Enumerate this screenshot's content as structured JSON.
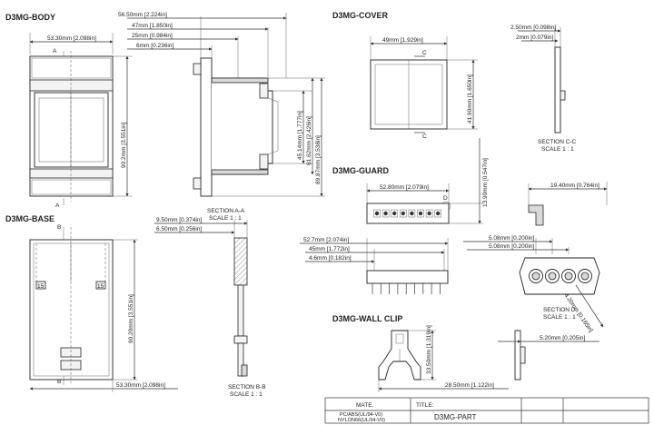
{
  "sections": {
    "body": "D3MG-BODY",
    "cover": "D3MG-COVER",
    "guard": "D3MG-GUARD",
    "base": "D3MG-BASE",
    "wallclip": "D3MG-WALL CLIP"
  },
  "dimensions": {
    "body_width": "53.30mm",
    "body_width_in": "2.098in",
    "body_height": "90.2mm",
    "body_height_in": "3.551in",
    "side_565": "56.50mm",
    "side_565_in": "2.224in",
    "side_47": "47mm",
    "side_47_in": "1.850in",
    "side_25": "25mm",
    "side_25_in": "0.984in",
    "side_6": "6mm",
    "side_6_in": "0.236in",
    "side_4514": "45.14mm",
    "side_4514_in": "1.777in",
    "side_6162": "61.62mm",
    "side_6162_in": "2.426in",
    "side_8987": "89.87mm",
    "side_8987_in": "3.538in",
    "cover_49": "49mm",
    "cover_49_in": "1.929in",
    "cover_4190": "41.90mm",
    "cover_4190_in": "1.650in",
    "cover_250": "2.50mm",
    "cover_250_in": "0.098in",
    "cover_2": "2mm",
    "cover_2_in": "0.079in",
    "guard_5280": "52.80mm",
    "guard_5280_in": "2.079in",
    "guard_1390": "13.90mm",
    "guard_1390_in": "0.547in",
    "guard_527": "52.7mm",
    "guard_527_in": "2.074in",
    "guard_45": "45mm",
    "guard_45_in": "1.772in",
    "guard_46": "4.6mm",
    "guard_46_in": "0.182in",
    "guard_1940": "19.40mm",
    "guard_1940_in": "0.764in",
    "guard_508a": "5.08mm",
    "guard_508a_in": "0.200in",
    "guard_508b": "5.08mm",
    "guard_508b_in": "0.200in",
    "guard_420": "4.20mm",
    "guard_420_in": "0.165in",
    "base_950": "9.50mm",
    "base_950_in": "0.374in",
    "base_650": "6.50mm",
    "base_650_in": "0.256in",
    "base_9020": "90.20mm",
    "base_9020_in": "3.551in",
    "base_5330": "53.30mm",
    "base_5330_in": "2.098in",
    "clip_3350": "33.50mm",
    "clip_3350_in": "1.319in",
    "clip_2850": "28.50mm",
    "clip_2850_in": "1.122in",
    "clip_520": "5.20mm",
    "clip_520_in": "0.205in"
  },
  "labels": {
    "a_top": "A",
    "a_bottom": "A",
    "b_top": "B",
    "b_bottom": "B",
    "c_top": "C",
    "c_bottom": "C",
    "d_mark": "D",
    "base_num_left": "15",
    "base_num_right": "15"
  },
  "captions": {
    "section_aa": "SECTION A-A",
    "section_aa_scale": "SCALE 1 : 1",
    "section_cc": "SECTION C-C",
    "section_cc_scale": "SCALE 1 : 1",
    "section_bb": "SECTION B-B",
    "section_bb_scale": "SCALE 1 : 1",
    "section_d": "SECTION  D",
    "section_d_scale": "SCALE 1 : 1"
  },
  "title_block": {
    "mate_label": "MATE.",
    "mate_line1": "PC/ABS(UL/94-V0)",
    "mate_line2": "NYLON66(UL/94-V0)",
    "title_label": "TITLE:",
    "title_value": "D3MG-PART"
  }
}
